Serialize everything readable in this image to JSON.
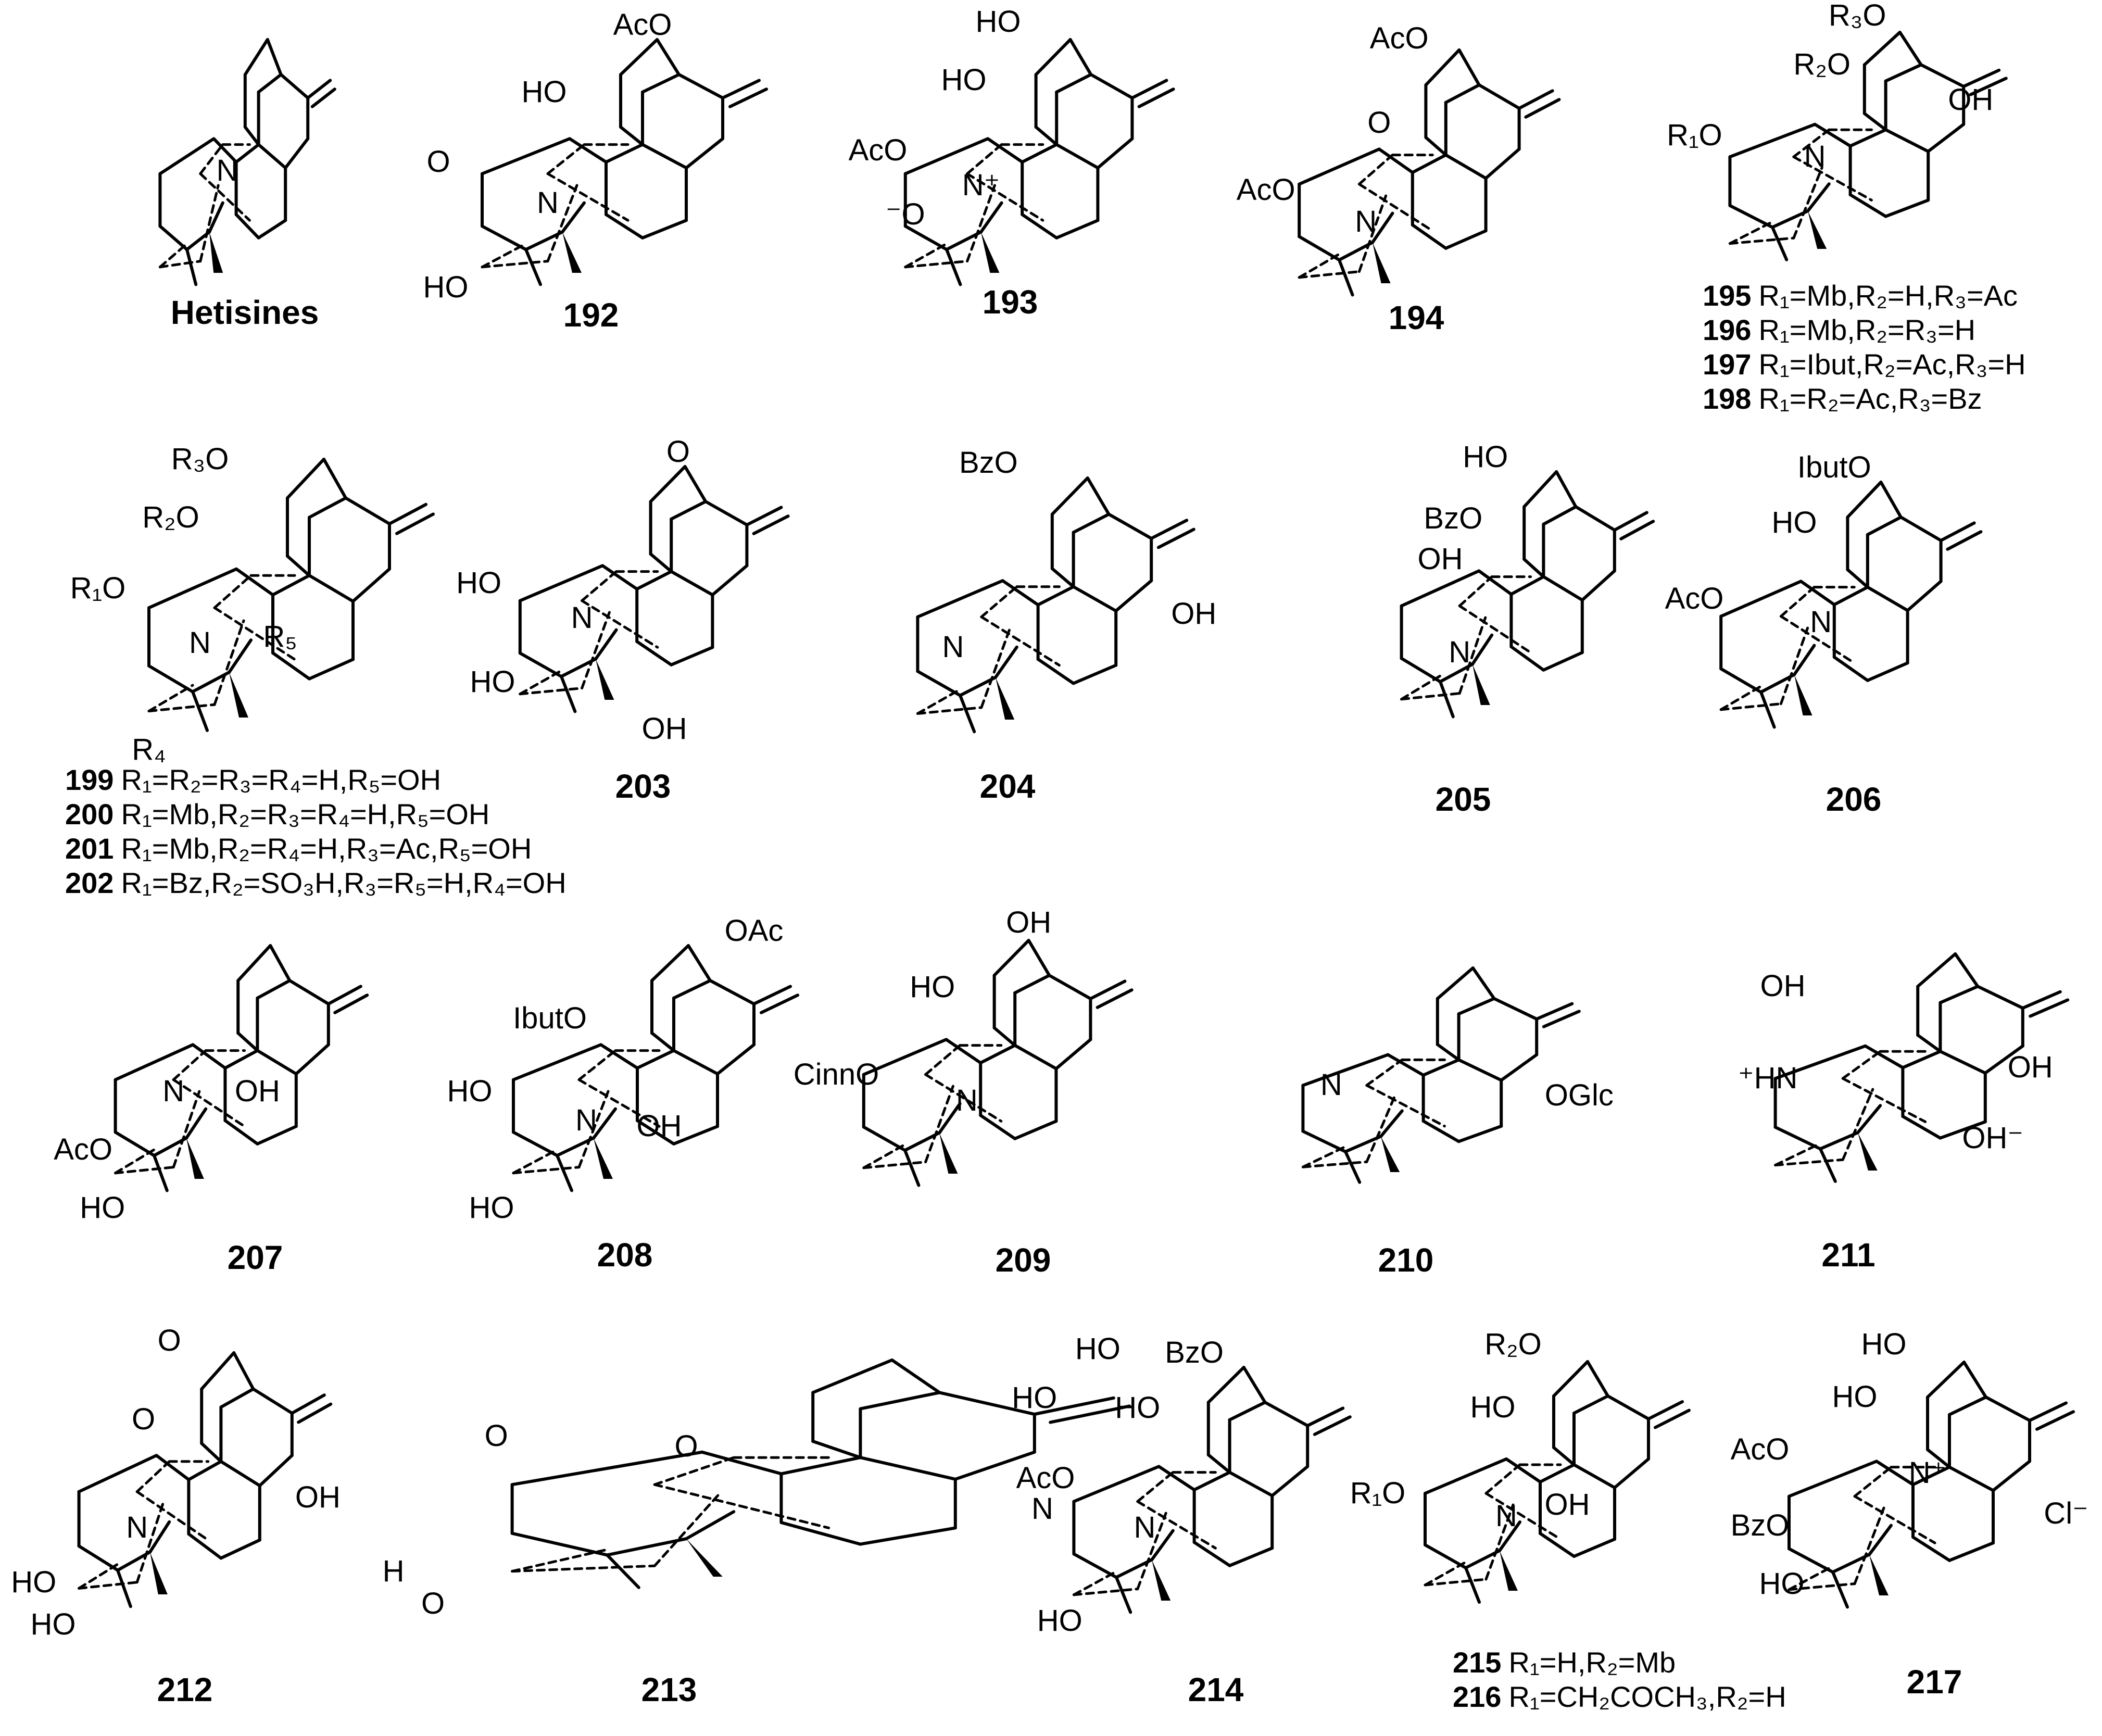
{
  "compounds": [
    {
      "id": "hetisines",
      "label": "Hetisines",
      "groups": [
        {
          "text": "N",
          "at": [
            0.48,
            0.55
          ]
        }
      ]
    },
    {
      "id": "192",
      "label": "192",
      "groups": [
        {
          "text": "AcO",
          "at": [
            0.62,
            0.05
          ]
        },
        {
          "text": "HO",
          "at": [
            0.35,
            0.28
          ]
        },
        {
          "text": "O",
          "at": [
            0.06,
            0.52
          ]
        },
        {
          "text": "N",
          "at": [
            0.36,
            0.66
          ]
        },
        {
          "text": "HO",
          "at": [
            0.08,
            0.95
          ]
        }
      ]
    },
    {
      "id": "193",
      "label": "193",
      "groups": [
        {
          "text": "HO",
          "at": [
            0.45,
            0.04
          ]
        },
        {
          "text": "HO",
          "at": [
            0.35,
            0.24
          ]
        },
        {
          "text": "AcO",
          "at": [
            0.1,
            0.48
          ]
        },
        {
          "text": "N⁺",
          "at": [
            0.4,
            0.6
          ]
        },
        {
          "text": "⁻O",
          "at": [
            0.18,
            0.7
          ]
        }
      ]
    },
    {
      "id": "194",
      "label": "194",
      "groups": [
        {
          "text": "AcO",
          "at": [
            0.48,
            0.06
          ]
        },
        {
          "text": "O",
          "at": [
            0.42,
            0.35
          ]
        },
        {
          "text": "AcO",
          "at": [
            0.08,
            0.58
          ]
        },
        {
          "text": "N",
          "at": [
            0.38,
            0.69
          ]
        }
      ]
    },
    {
      "id": "195-198",
      "label": "",
      "groups": [
        {
          "text": "R₃O",
          "at": [
            0.54,
            0.02
          ]
        },
        {
          "text": "R₂O",
          "at": [
            0.44,
            0.22
          ]
        },
        {
          "text": "OH",
          "at": [
            0.86,
            0.35
          ]
        },
        {
          "text": "R₁O",
          "at": [
            0.08,
            0.48
          ]
        },
        {
          "text": "N",
          "at": [
            0.42,
            0.56
          ]
        }
      ]
    },
    {
      "id": "199-202",
      "label": "",
      "groups": [
        {
          "text": "R₃O",
          "at": [
            0.32,
            0.1
          ]
        },
        {
          "text": "R₂O",
          "at": [
            0.24,
            0.28
          ]
        },
        {
          "text": "R₁O",
          "at": [
            0.04,
            0.5
          ]
        },
        {
          "text": "N",
          "at": [
            0.32,
            0.67
          ]
        },
        {
          "text": "R₅",
          "at": [
            0.54,
            0.65
          ]
        },
        {
          "text": "R₄",
          "at": [
            0.18,
            1.0
          ]
        }
      ]
    },
    {
      "id": "203",
      "label": "203",
      "groups": [
        {
          "text": "O",
          "at": [
            0.64,
            0.05
          ]
        },
        {
          "text": "HO",
          "at": [
            0.06,
            0.5
          ]
        },
        {
          "text": "N",
          "at": [
            0.36,
            0.62
          ]
        },
        {
          "text": "HO",
          "at": [
            0.1,
            0.84
          ]
        },
        {
          "text": "OH",
          "at": [
            0.6,
            1.0
          ]
        }
      ]
    },
    {
      "id": "204",
      "label": "204",
      "groups": [
        {
          "text": "BzO",
          "at": [
            0.38,
            0.05
          ]
        },
        {
          "text": "N",
          "at": [
            0.28,
            0.66
          ]
        },
        {
          "text": "OH",
          "at": [
            0.96,
            0.55
          ]
        }
      ]
    },
    {
      "id": "205",
      "label": "205",
      "groups": [
        {
          "text": "HO",
          "at": [
            0.44,
            0.05
          ]
        },
        {
          "text": "BzO",
          "at": [
            0.34,
            0.26
          ]
        },
        {
          "text": "OH",
          "at": [
            0.3,
            0.4
          ]
        },
        {
          "text": "N",
          "at": [
            0.36,
            0.72
          ]
        }
      ]
    },
    {
      "id": "206",
      "label": "206",
      "groups": [
        {
          "text": "IbutO",
          "at": [
            0.52,
            0.05
          ]
        },
        {
          "text": "HO",
          "at": [
            0.4,
            0.24
          ]
        },
        {
          "text": "AcO",
          "at": [
            0.1,
            0.5
          ]
        },
        {
          "text": "N",
          "at": [
            0.48,
            0.58
          ]
        }
      ]
    },
    {
      "id": "207",
      "label": "207",
      "groups": [
        {
          "text": "N",
          "at": [
            0.36,
            0.6
          ]
        },
        {
          "text": "OH",
          "at": [
            0.62,
            0.6
          ]
        },
        {
          "text": "AcO",
          "at": [
            0.08,
            0.8
          ]
        },
        {
          "text": "HO",
          "at": [
            0.14,
            1.0
          ]
        }
      ]
    },
    {
      "id": "208",
      "label": "208",
      "groups": [
        {
          "text": "OAc",
          "at": [
            0.84,
            0.05
          ]
        },
        {
          "text": "IbutO",
          "at": [
            0.28,
            0.35
          ]
        },
        {
          "text": "HO",
          "at": [
            0.06,
            0.6
          ]
        },
        {
          "text": "N",
          "at": [
            0.38,
            0.7
          ]
        },
        {
          "text": "OH",
          "at": [
            0.58,
            0.72
          ]
        },
        {
          "text": "HO",
          "at": [
            0.12,
            1.0
          ]
        }
      ]
    },
    {
      "id": "209",
      "label": "209",
      "groups": [
        {
          "text": "OH",
          "at": [
            0.66,
            0.04
          ]
        },
        {
          "text": "HO",
          "at": [
            0.38,
            0.26
          ]
        },
        {
          "text": "CinnO",
          "at": [
            0.1,
            0.56
          ]
        },
        {
          "text": "N",
          "at": [
            0.48,
            0.65
          ]
        }
      ]
    },
    {
      "id": "210",
      "label": "210",
      "groups": [
        {
          "text": "N",
          "at": [
            0.26,
            0.56
          ]
        },
        {
          "text": "OGlc",
          "at": [
            0.96,
            0.6
          ]
        }
      ]
    },
    {
      "id": "211",
      "label": "211",
      "groups": [
        {
          "text": "OH",
          "at": [
            0.2,
            0.22
          ]
        },
        {
          "text": "⁺HN",
          "at": [
            0.16,
            0.56
          ]
        },
        {
          "text": "OH",
          "at": [
            0.86,
            0.52
          ]
        },
        {
          "text": "OH⁻",
          "at": [
            0.76,
            0.78
          ]
        }
      ]
    },
    {
      "id": "212",
      "label": "212",
      "groups": [
        {
          "text": "O",
          "at": [
            0.46,
            0.06
          ]
        },
        {
          "text": "O",
          "at": [
            0.38,
            0.32
          ]
        },
        {
          "text": "OH",
          "at": [
            0.92,
            0.58
          ]
        },
        {
          "text": "N",
          "at": [
            0.36,
            0.68
          ]
        },
        {
          "text": "HO",
          "at": [
            0.04,
            0.86
          ]
        },
        {
          "text": "HO",
          "at": [
            0.1,
            1.0
          ]
        }
      ]
    },
    {
      "id": "213",
      "label": "213",
      "groups": [
        {
          "text": "HO",
          "at": [
            0.92,
            0.06
          ]
        },
        {
          "text": "O",
          "at": [
            0.16,
            0.38
          ]
        },
        {
          "text": "HO",
          "at": [
            0.84,
            0.24
          ]
        },
        {
          "text": "O",
          "at": [
            0.4,
            0.42
          ]
        },
        {
          "text": "N",
          "at": [
            0.85,
            0.65
          ]
        },
        {
          "text": "H",
          "at": [
            0.03,
            0.88
          ]
        },
        {
          "text": "O",
          "at": [
            0.08,
            1.0
          ]
        }
      ]
    },
    {
      "id": "214",
      "label": "214",
      "groups": [
        {
          "text": "BzO",
          "at": [
            0.52,
            0.05
          ]
        },
        {
          "text": "HO",
          "at": [
            0.36,
            0.24
          ]
        },
        {
          "text": "AcO",
          "at": [
            0.1,
            0.48
          ]
        },
        {
          "text": "N",
          "at": [
            0.38,
            0.65
          ]
        },
        {
          "text": "HO",
          "at": [
            0.14,
            0.97
          ]
        }
      ]
    },
    {
      "id": "215-216",
      "label": "",
      "groups": [
        {
          "text": "R₂O",
          "at": [
            0.44,
            0.04
          ]
        },
        {
          "text": "HO",
          "at": [
            0.38,
            0.26
          ]
        },
        {
          "text": "R₁O",
          "at": [
            0.04,
            0.56
          ]
        },
        {
          "text": "N",
          "at": [
            0.42,
            0.64
          ]
        },
        {
          "text": "OH",
          "at": [
            0.6,
            0.6
          ]
        }
      ]
    },
    {
      "id": "217",
      "label": "217",
      "groups": [
        {
          "text": "HO",
          "at": [
            0.44,
            0.04
          ]
        },
        {
          "text": "HO",
          "at": [
            0.36,
            0.22
          ]
        },
        {
          "text": "AcO",
          "at": [
            0.1,
            0.4
          ]
        },
        {
          "text": "N⁺",
          "at": [
            0.56,
            0.48
          ]
        },
        {
          "text": "Cl⁻",
          "at": [
            0.94,
            0.62
          ]
        },
        {
          "text": "BzO",
          "at": [
            0.1,
            0.66
          ]
        },
        {
          "text": "HO",
          "at": [
            0.16,
            0.86
          ]
        }
      ]
    }
  ],
  "legends": [
    {
      "id": "195-198",
      "lines": [
        {
          "no": "195",
          "text": "R₁=Mb,R₂=H,R₃=Ac"
        },
        {
          "no": "196",
          "text": "R₁=Mb,R₂=R₃=H"
        },
        {
          "no": "197",
          "text": "R₁=Ibut,R₂=Ac,R₃=H"
        },
        {
          "no": "198",
          "text": "R₁=R₂=Ac,R₃=Bz"
        }
      ]
    },
    {
      "id": "199-202",
      "lines": [
        {
          "no": "199",
          "text": "R₁=R₂=R₃=R₄=H,R₅=OH"
        },
        {
          "no": "200",
          "text": "R₁=Mb,R₂=R₃=R₄=H,R₅=OH"
        },
        {
          "no": "201",
          "text": "R₁=Mb,R₂=R₄=H,R₃=Ac,R₅=OH"
        },
        {
          "no": "202",
          "text": "R₁=Bz,R₂=SO₃H,R₃=R₅=H,R₄=OH"
        }
      ]
    },
    {
      "id": "215-216",
      "lines": [
        {
          "no": "215",
          "text": "R₁=H,R₂=Mb"
        },
        {
          "no": "216",
          "text": "R₁=CH₂COCH₃,R₂=H"
        }
      ]
    }
  ]
}
